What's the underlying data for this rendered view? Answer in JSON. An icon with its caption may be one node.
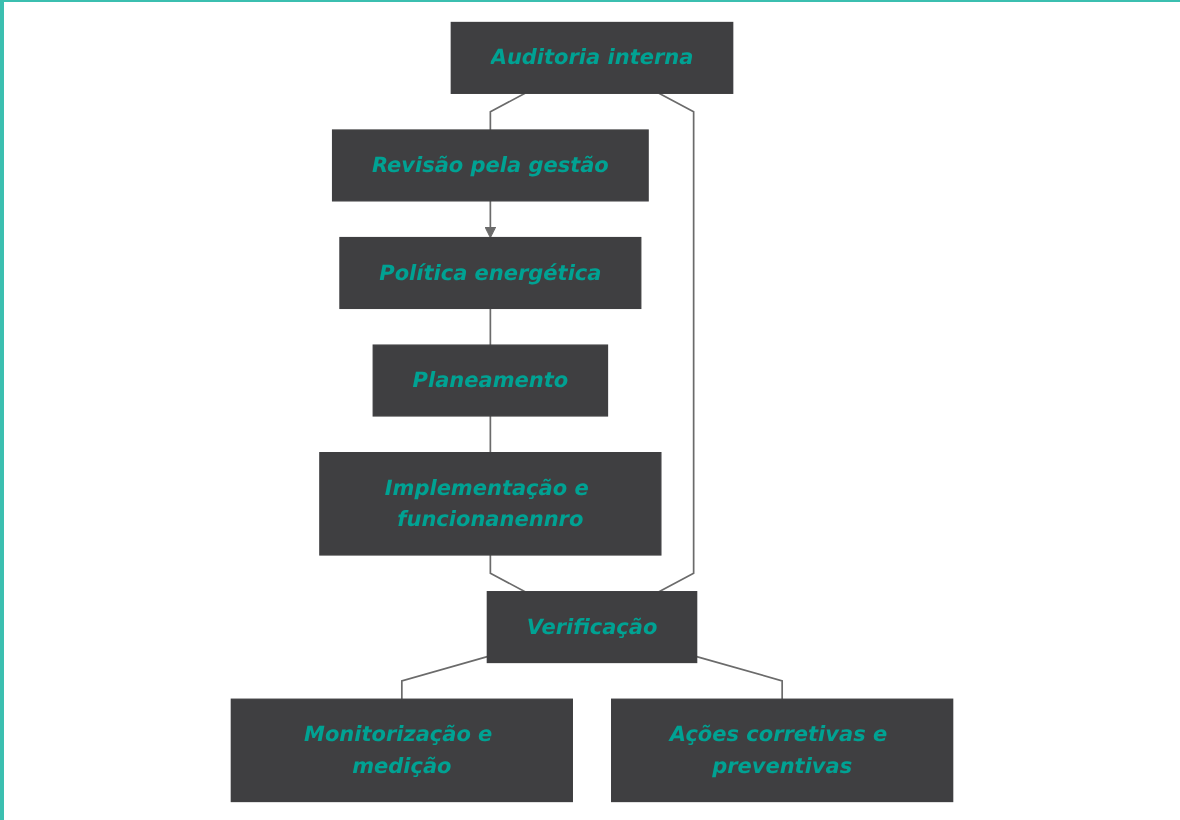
{
  "diagram": {
    "nodes": [
      {
        "text": [
          "Política energética"
        ]
      },
      {
        "text": [
          "Planeamento"
        ]
      },
      {
        "text": [
          "Revisão pela gestão"
        ]
      },
      {
        "text": [
          "Implementação e funcionanennro"
        ]
      },
      {
        "text": [
          "Auditoria interna"
        ]
      },
      {
        "text": [
          "Verificação"
        ]
      },
      {
        "text": [
          "Monitorização e medição"
        ]
      },
      {
        "text": [
          "Ações corretivas e preventivas"
        ]
      }
    ],
    "edges": [
      {
        "from": 0,
        "to": 1,
        "arrow": "none"
      },
      {
        "from": 1,
        "to": 3,
        "arrow": "none"
      },
      {
        "from": 3,
        "to": 5,
        "arrow": "none"
      },
      {
        "from": 4,
        "to": 5,
        "arrow": "none"
      },
      {
        "from": 5,
        "to": 6,
        "arrow": "none"
      },
      {
        "from": 5,
        "to": 7,
        "arrow": "none"
      },
      {
        "from": 4,
        "to": 2,
        "arrow": "none"
      },
      {
        "from": 2,
        "to": 0,
        "arrow": "to"
      }
    ]
  }
}
